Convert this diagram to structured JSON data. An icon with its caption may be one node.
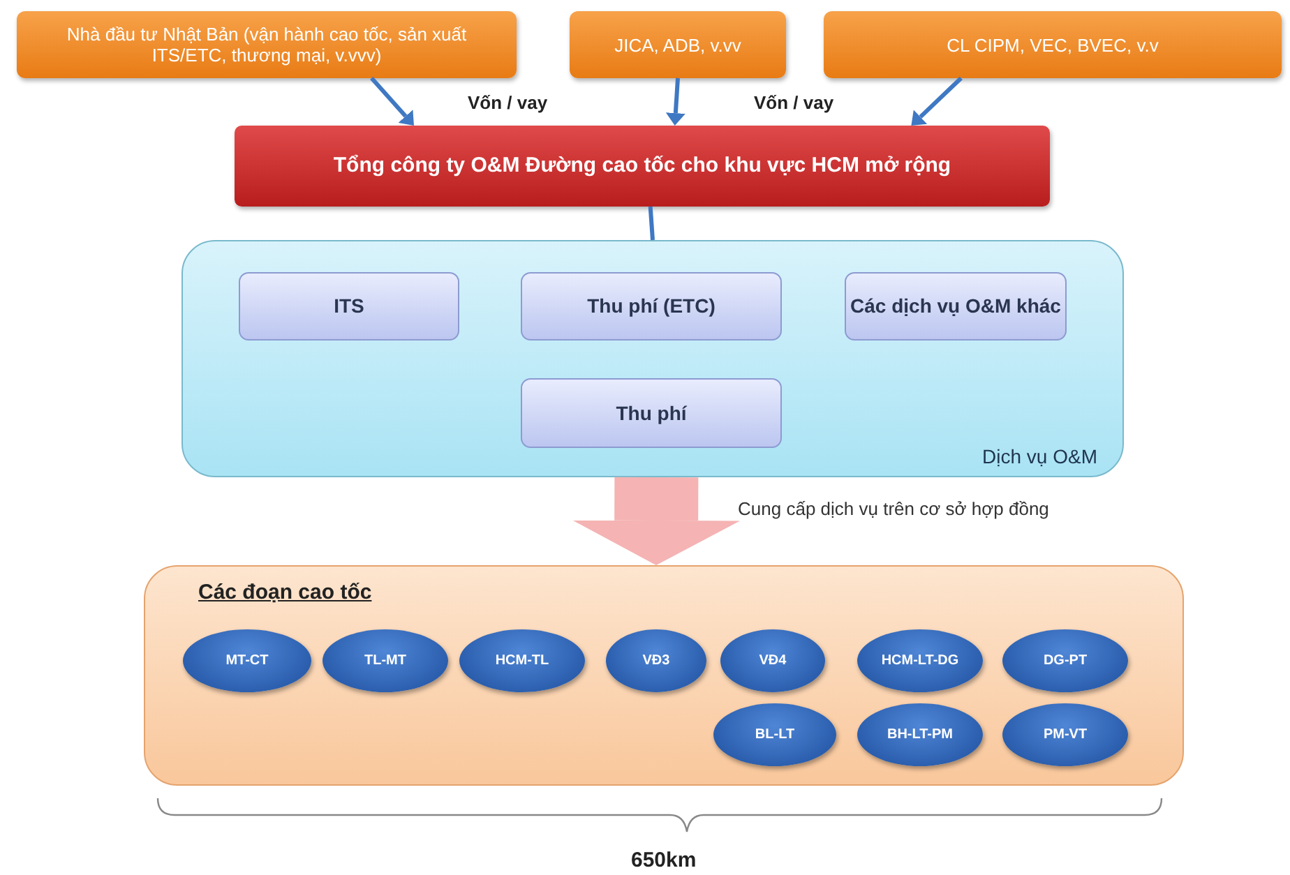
{
  "diagram": {
    "nodes": [
      {
        "text": [
          "Nhà đầu tư Nhật Bản (vận hành cao tốc, sản xuất ITS/ETC, thương mại, v.vvv)"
        ]
      },
      {
        "text": [
          "JICA, ADB, v.vv"
        ]
      },
      {
        "text": [
          "CL CIPM, VEC, BVEC, v.v"
        ]
      },
      {
        "text": [
          "Tổng công ty O&M Đường cao tốc cho khu vực HCM mở rộng"
        ]
      },
      {
        "text": [
          "Dịch vụ O&M"
        ]
      },
      {
        "text": [
          "ITS"
        ],
        "in": 4
      },
      {
        "text": [
          "Thu phí (ETC)"
        ],
        "in": 4
      },
      {
        "text": [
          "Các dịch vụ O&M khác"
        ],
        "in": 4
      },
      {
        "text": [
          "Thu phí"
        ],
        "in": 4
      },
      {
        "text": [
          "Các đoạn cao tốc"
        ]
      },
      {
        "text": [
          "MT-CT"
        ],
        "in": 9
      },
      {
        "text": [
          "TL-MT"
        ],
        "in": 9
      },
      {
        "text": [
          "HCM-TL"
        ],
        "in": 9
      },
      {
        "text": [
          "VĐ3"
        ],
        "in": 9
      },
      {
        "text": [
          "VĐ4"
        ],
        "in": 9
      },
      {
        "text": [
          "HCM-LT-DG"
        ],
        "in": 9
      },
      {
        "text": [
          "DG-PT"
        ],
        "in": 9
      },
      {
        "text": [
          "BL-LT"
        ],
        "in": 9
      },
      {
        "text": [
          "BH-LT-PM"
        ],
        "in": 9
      },
      {
        "text": [
          "PM-VT"
        ],
        "in": 9
      }
    ],
    "edges": [
      {
        "from": 0,
        "to": 3,
        "arrow": "to"
      },
      {
        "from": 1,
        "to": 3,
        "arrow": "to"
      },
      {
        "from": 2,
        "to": 3,
        "arrow": "to"
      },
      {
        "from": 3,
        "to": 4,
        "arrow": "none"
      },
      {
        "from": 4,
        "to": 9,
        "arrow": "to",
        "label": "Cung cấp dịch vụ trên cơ sở hợp đồng",
        "style": "thick",
        "color": "#f5b3b3"
      }
    ],
    "labels": [
      "Vốn / vay",
      "Vốn / vay",
      "650km"
    ]
  }
}
